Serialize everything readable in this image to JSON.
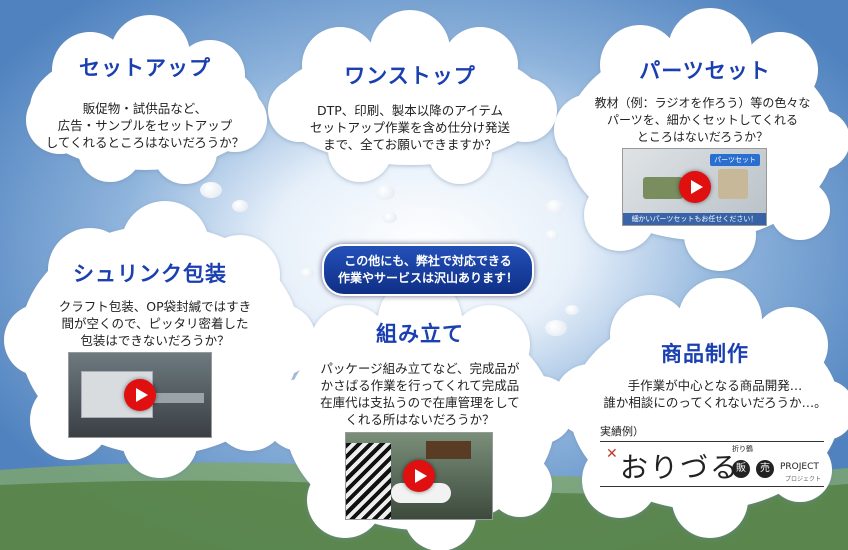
{
  "center": {
    "line1": "この他にも、弊社で対応できる",
    "line2": "作業やサービスは沢山あります！"
  },
  "clouds": {
    "setup": {
      "title": "セットアップ",
      "text1": "販促物・試供品など、",
      "text2": "広告・サンプルをセットアップ",
      "text3": "してくれるところはないだろうか？"
    },
    "onestop": {
      "title": "ワンストップ",
      "text1": "DTP、印刷、製本以降のアイテム",
      "text2": "セットアップ作業を含め仕分け発送",
      "text3": "まで、全てお願いできますか？"
    },
    "parts": {
      "title": "パーツセット",
      "text1": "教材（例：ラジオを作ろう）等の色々な",
      "text2": "パーツを、細かくセットしてくれる",
      "text3": "ところはないだろうか？",
      "video_caption": "細かいパーツセットもお任せください！",
      "video_tag": "パーツセット"
    },
    "shrink": {
      "title": "シュリンク包装",
      "text1": "クラフト包装、OP袋封緘ではすき",
      "text2": "間が空くので、ピッタリ密着した",
      "text3": "包装はできないだろうか？"
    },
    "assembly": {
      "title": "組み立て",
      "text1": "パッケージ組み立てなど、完成品が",
      "text2": "かさばる作業を行ってくれて完成品",
      "text3": "在庫代は支払うので在庫管理をして",
      "text4": "くれる所はないだろうか？"
    },
    "product": {
      "title": "商品制作",
      "text1": "手作業が中心となる商品開発…",
      "text2": "誰か相談にのってくれないだろうか…。",
      "example_label": "実績例）",
      "logo_main": "おりづる",
      "logo_sub1": "販",
      "logo_sub2": "売",
      "logo_project": "PROJECT",
      "logo_kana": "プロジェクト",
      "logo_small": "折り鶴"
    }
  },
  "colors": {
    "title": "#1a3fb0",
    "play": "#e01010",
    "center_bg": "#16379a"
  }
}
